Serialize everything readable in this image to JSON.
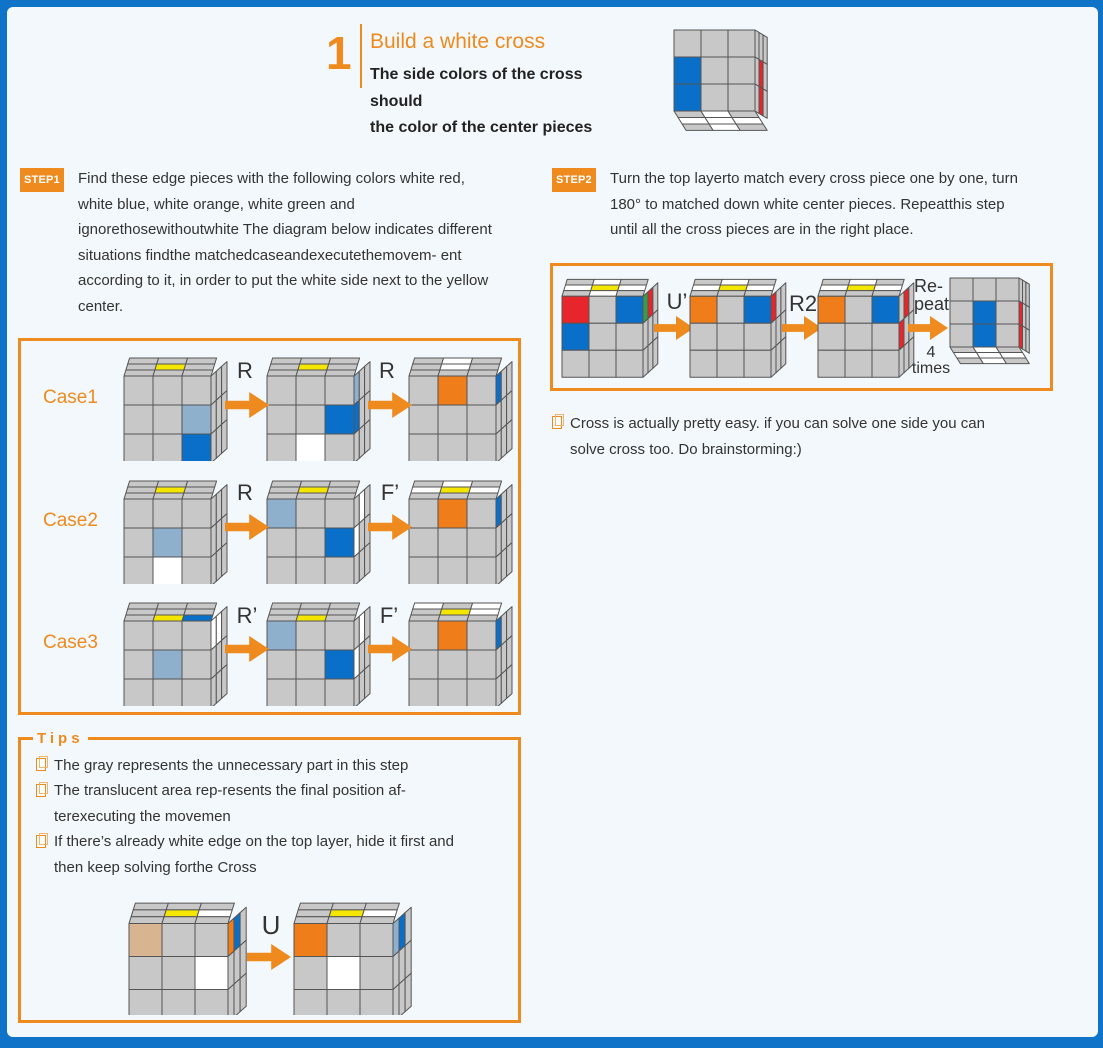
{
  "header": {
    "number": "1",
    "title": "Build a white cross",
    "subtitle_lines": [
      "The side colors of the cross",
      "should",
      "the color of the center pieces"
    ]
  },
  "step1": {
    "badge": "STEP1",
    "lines": [
      "Find these edge pieces with the following colors white red,",
      "white blue, white orange, white green and",
      "ignorethosewithoutwhite The diagram below indicates different",
      "situations findthe matchedcaseandexecutethemovem- ent",
      "according to it, in order to put the white side next to the yellow",
      "center."
    ]
  },
  "cases": [
    {
      "label": "Case1",
      "moves": [
        "R",
        "R"
      ]
    },
    {
      "label": "Case2",
      "moves": [
        "R",
        "F’"
      ]
    },
    {
      "label": "Case3",
      "moves": [
        "R’",
        "F’"
      ]
    }
  ],
  "tips": {
    "title": "Tips",
    "items": [
      [
        "The gray represents the unnecessary part in this step"
      ],
      [
        "The translucent area rep-resents the final position af-",
        "terexecuting the movemen"
      ],
      [
        "If there’s already white edge on the top layer, hide it first and",
        "then keep solving forthe Cross"
      ]
    ],
    "move": "U"
  },
  "step2": {
    "badge": "STEP2",
    "lines": [
      "Turn the top layerto match every cross piece one by one, turn",
      "180° to matched down white center pieces. Repeatthis step",
      "until all the cross pieces are in the right place."
    ],
    "moves": [
      "U’",
      "R2"
    ],
    "repeat_lines": [
      "Re-",
      "peat"
    ],
    "times_lines": [
      "4",
      "times"
    ]
  },
  "note": {
    "lines": [
      "Cross is actually pretty easy. if you can solve one side you can",
      "solve cross too. Do brainstorming:)"
    ]
  },
  "colors": {
    "accent": "#ee8a1e",
    "frame": "#0f73c8",
    "grey": "#c8c8c8",
    "yellow": "#f5e600",
    "blue": "#0a6fc9",
    "light_blue": "#8fb0cc",
    "red": "#e6262b",
    "orange": "#ef7d1a",
    "green": "#3b9b4a",
    "white": "#ffffff",
    "tan": "#d9b490"
  }
}
